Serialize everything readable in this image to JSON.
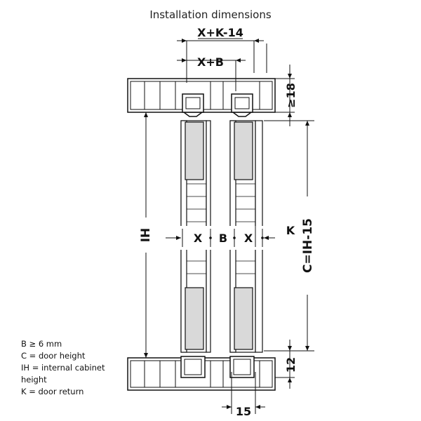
{
  "title": "Installation dimensions",
  "dimensions": {
    "x_plus_k_minus_14": "X+K-14",
    "x_plus_b": "X+B",
    "min_18": "≥18",
    "ih": "IH",
    "c_formula": "C=IH-15",
    "x_left": "X",
    "b": "B",
    "x_right": "X",
    "k": "K",
    "twelve": "12",
    "fifteen": "15"
  },
  "legend": [
    "B ≥ 6 mm",
    "C = door height",
    "IH = internal cabinet",
    "height",
    "K = door return"
  ],
  "colors": {
    "line": "#111111",
    "door_fill": "#d9d9d9",
    "background": "#ffffff"
  }
}
